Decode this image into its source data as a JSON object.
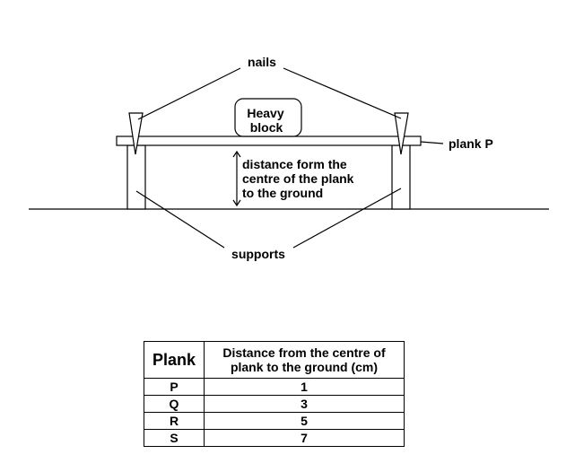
{
  "labels": {
    "nails": "nails",
    "block_line1": "Heavy",
    "block_line2": "block",
    "plank": "plank P",
    "distance_line1": "distance form the",
    "distance_line2": "centre of the plank",
    "distance_line3": "to the ground",
    "supports": "supports"
  },
  "table": {
    "header_plank": "Plank",
    "header_distance_line1": "Distance from the centre of",
    "header_distance_line2": "plank to the ground (cm)",
    "rows": [
      {
        "plank": "P",
        "distance": "1"
      },
      {
        "plank": "Q",
        "distance": "3"
      },
      {
        "plank": "R",
        "distance": "5"
      },
      {
        "plank": "S",
        "distance": "7"
      }
    ]
  }
}
